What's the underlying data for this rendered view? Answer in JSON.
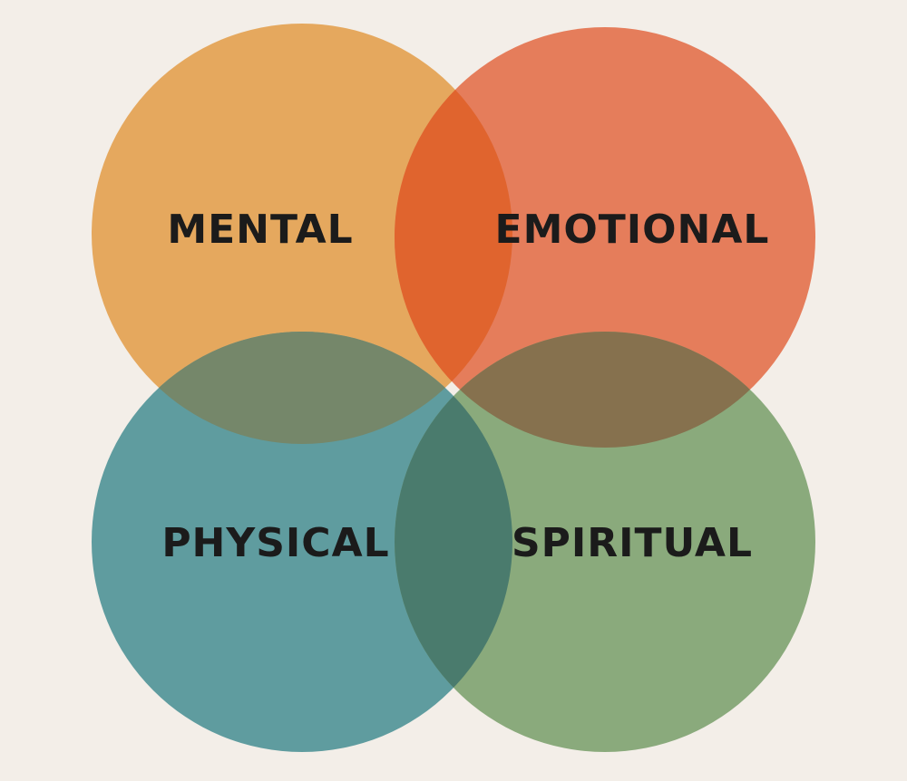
{
  "diagram": {
    "background": "#f3eee8",
    "circles": [
      {
        "id": "mental",
        "label": "MENTAL",
        "color": "#e5a85e"
      },
      {
        "id": "emotional",
        "label": "EMOTIONAL",
        "color": "#e57d5b"
      },
      {
        "id": "physical",
        "label": "PHYSICAL",
        "color": "#5f9c9f"
      },
      {
        "id": "spiritual",
        "label": "SPIRITUAL",
        "color": "#8aaa7c"
      }
    ],
    "overlap_colors": {
      "mental_emotional": "#e0642e",
      "mental_physical": "#75876a",
      "emotional_spiritual": "#86714e",
      "physical_spiritual": "#4a7b6d"
    }
  }
}
